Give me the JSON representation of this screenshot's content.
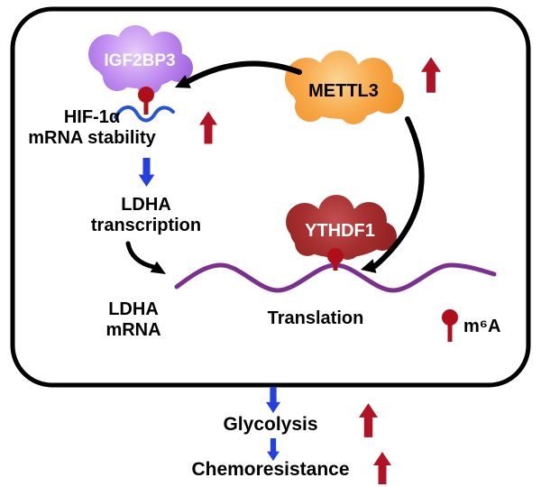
{
  "diagram": {
    "proteins": {
      "igf2bp3": "IGF2BP3",
      "mettl3": "METTL3",
      "ythdf1": "YTHDF1"
    },
    "labels": {
      "hif_line1": "HIF-1α",
      "hif_line2": "mRNA stability",
      "ldha_transcription_line1": "LDHA",
      "ldha_transcription_line2": "transcription",
      "ldha_mrna_line1": "LDHA",
      "ldha_mrna_line2": "mRNA",
      "translation": "Translation",
      "m6a": "m⁶A"
    },
    "outcomes": {
      "glycolysis": "Glycolysis",
      "chemoresistance": "Chemoresistance"
    }
  },
  "colors": {
    "arrow_red": "#B11226",
    "arrow_blue": "#2540E0",
    "curve_black": "#000000",
    "wave_purple": "#7C2F8F",
    "wave_blue": "#2355D8",
    "m6a_red": "#B00E18",
    "igf2bp3": "#BD88EE",
    "mettl3": "#F8A94B",
    "ythdf1": "#A62F2F",
    "boundary": "#000000"
  }
}
